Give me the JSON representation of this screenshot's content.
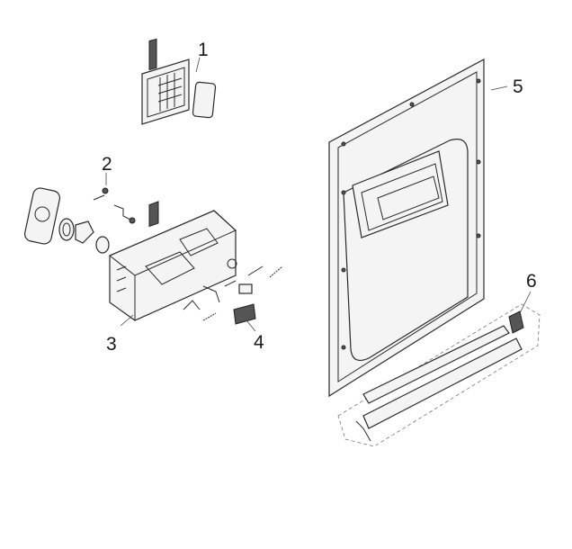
{
  "callouts": [
    {
      "id": "1",
      "label": "1"
    },
    {
      "id": "2",
      "label": "2"
    },
    {
      "id": "3",
      "label": "3"
    },
    {
      "id": "4",
      "label": "4"
    },
    {
      "id": "5",
      "label": "5"
    },
    {
      "id": "6",
      "label": "6"
    }
  ],
  "colors": {
    "line": "#2a2a2a",
    "fill": "#f4f4f4",
    "background": "#ffffff"
  }
}
